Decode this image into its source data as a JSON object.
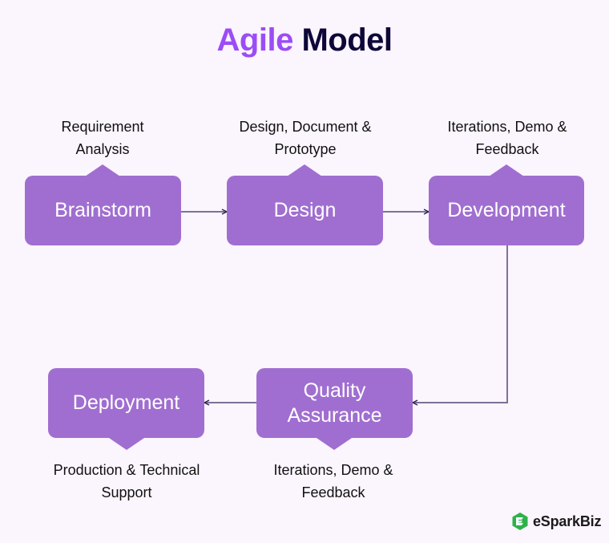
{
  "title": {
    "accent": "Agile",
    "main": "Model"
  },
  "colors": {
    "background": "#FBF5FE",
    "box": "#A06ED0",
    "title_accent": "#9B4DF5",
    "title_main": "#0E0838",
    "connector": "#7E7296",
    "brand_green": "#2DB24A"
  },
  "stages": [
    {
      "label": "Brainstorm",
      "caption": "Requirement\nAnalysis"
    },
    {
      "label": "Design",
      "caption": "Design, Document &\nPrototype"
    },
    {
      "label": "Development",
      "caption": "Iterations, Demo &\nFeedback"
    },
    {
      "label": "Quality\nAssurance",
      "caption": "Iterations, Demo &\nFeedback"
    },
    {
      "label": "Deployment",
      "caption": "Production & Technical\nSupport"
    }
  ],
  "flow": [
    {
      "from": "Brainstorm",
      "to": "Design"
    },
    {
      "from": "Design",
      "to": "Development"
    },
    {
      "from": "Development",
      "to": "Quality Assurance"
    },
    {
      "from": "Quality Assurance",
      "to": "Deployment"
    }
  ],
  "brand": {
    "name": "eSparkBiz",
    "icon": "esparkbiz-logo-icon"
  }
}
